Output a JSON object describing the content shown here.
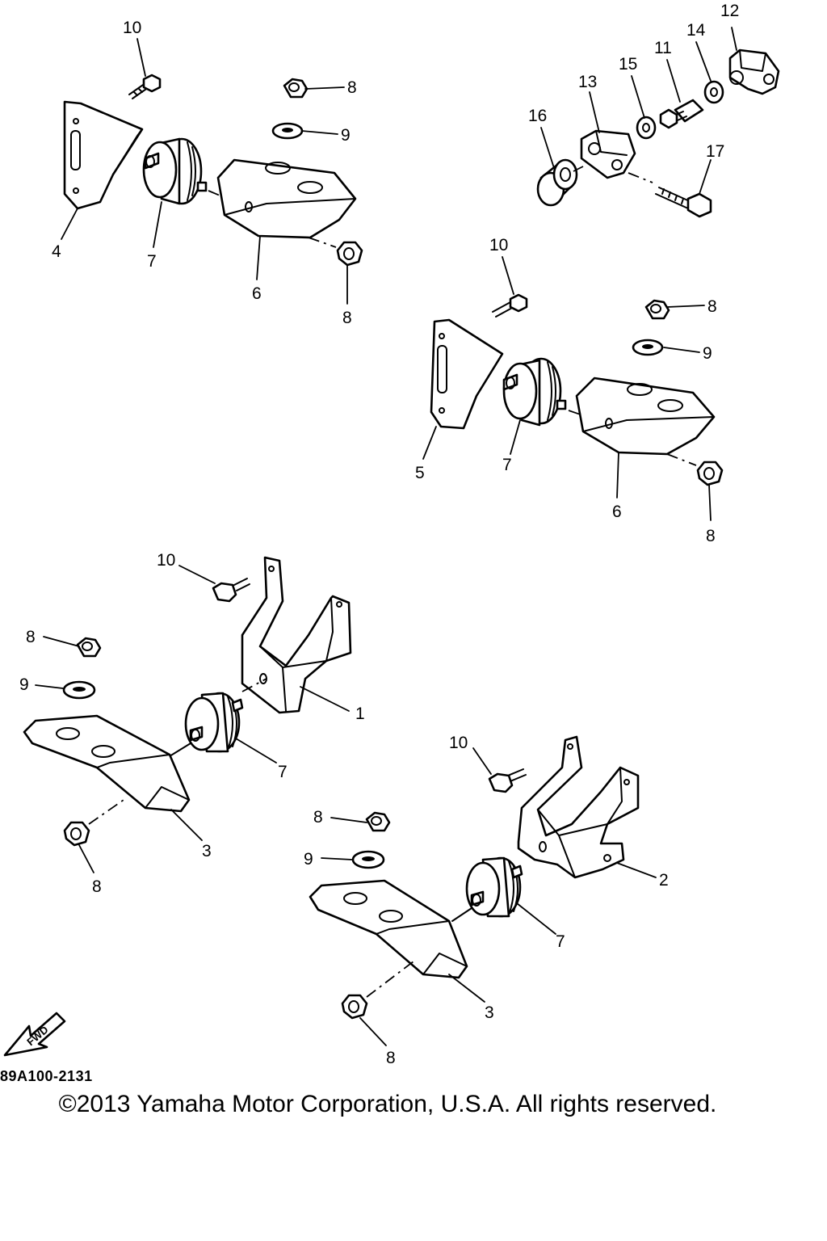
{
  "diagram": {
    "code": "89A100-2131",
    "copyright": "©2013 Yamaha Motor Corporation, U.S.A. All rights reserved.",
    "fwd_label": "FWD",
    "callouts": {
      "c1": "1",
      "c2": "2",
      "c3a": "3",
      "c3b": "3",
      "c4": "4",
      "c5": "5",
      "c6a": "6",
      "c6b": "6",
      "c7a": "7",
      "c7b": "7",
      "c7c": "7",
      "c7d": "7",
      "c8a": "8",
      "c8b": "8",
      "c8c": "8",
      "c8d": "8",
      "c8e": "8",
      "c8f": "8",
      "c8g": "8",
      "c8h": "8",
      "c9a": "9",
      "c9b": "9",
      "c9c": "9",
      "c9d": "9",
      "c10a": "10",
      "c10b": "10",
      "c10c": "10",
      "c10d": "10",
      "c11": "11",
      "c12": "12",
      "c13": "13",
      "c14": "14",
      "c15": "15",
      "c16": "16",
      "c17": "17"
    }
  }
}
